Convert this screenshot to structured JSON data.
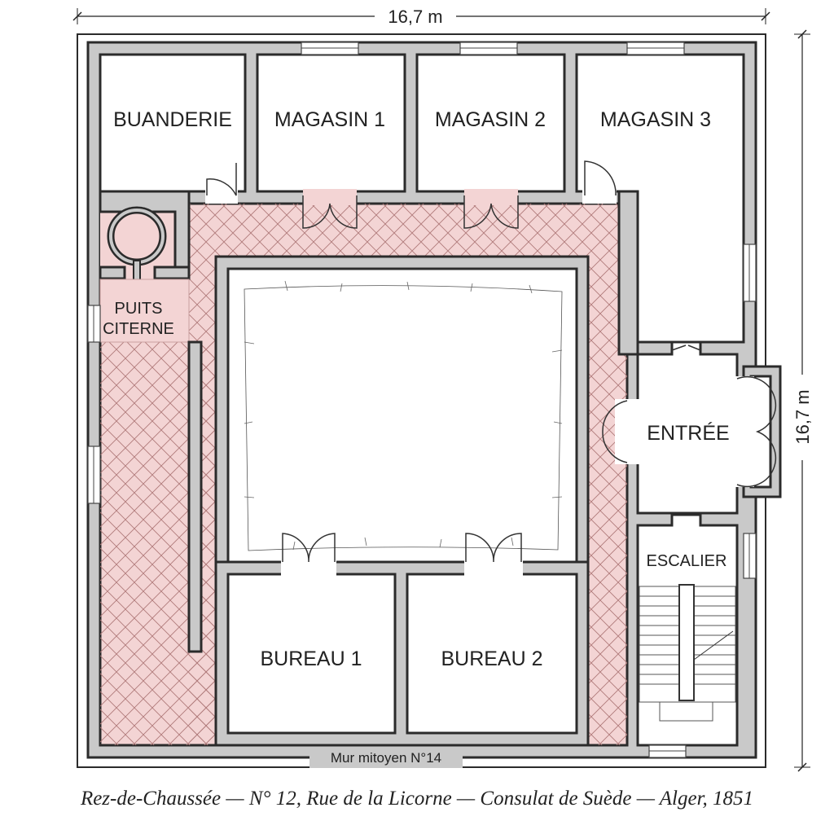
{
  "dimensions": {
    "width": "16,7 m",
    "height": "16,7 m"
  },
  "rooms": {
    "buanderie": "BUANDERIE",
    "magasin1": "MAGASIN 1",
    "magasin2": "MAGASIN 2",
    "magasin3": "MAGASIN 3",
    "puits_line1": "PUITS",
    "puits_line2": "CITERNE",
    "entree": "ENTRÉE",
    "escalier": "ESCALIER",
    "bureau1": "BUREAU 1",
    "bureau2": "BUREAU 2"
  },
  "wall_label": "Mur mitoyen N°14",
  "caption": "Rez-de-Chaussée — N° 12, Rue de la Licorne — Consulat de Suède — Alger, 1851",
  "colors": {
    "gallery": "#f3d4d4",
    "hatch": "#b07a7a",
    "wall": "#c9c9c9",
    "outline": "#2b2b2b"
  }
}
